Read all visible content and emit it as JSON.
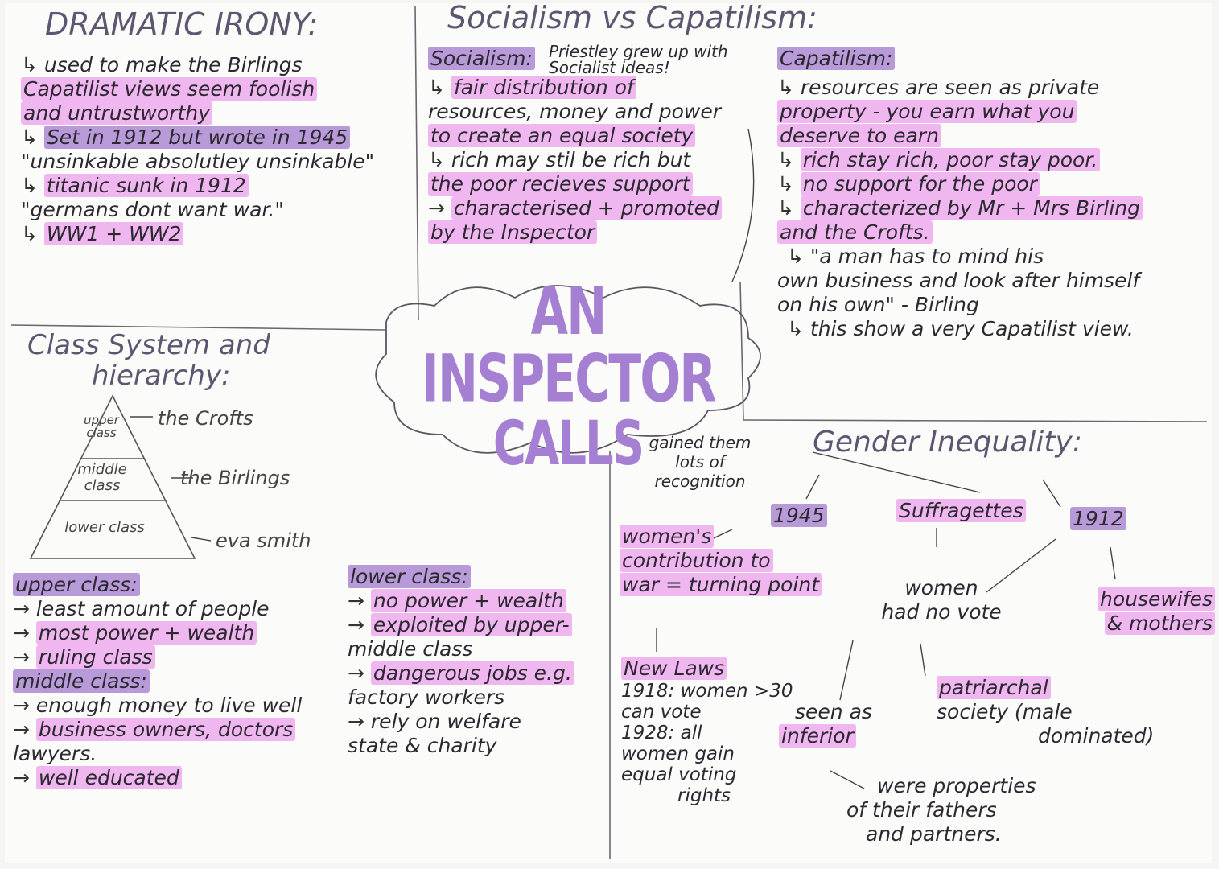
{
  "title": {
    "line1": "AN INSPECTOR",
    "line2": "CALLS"
  },
  "dramatic_irony": {
    "heading": "DRAMATIC IRONY:",
    "lines": [
      "used to make the Birlings",
      "Capatilist views seem foolish",
      "and untrustworthy",
      "Set in 1912 but wrote in 1945",
      "\"unsinkable absolutley unsinkable\"",
      "titanic sunk in 1912",
      "\"germans dont want war.\"",
      "WW1 + WW2"
    ]
  },
  "socialism": {
    "heading": "Socialism vs Capatilism:",
    "subheading": "Socialism:",
    "note": "Priestley grew up with Socialist ideas!",
    "lines": [
      "fair distribution of",
      "resources, money and power",
      "to create an equal society",
      "rich may stil be rich but",
      "the poor recieves support",
      "characterised + promoted",
      "by the Inspector"
    ]
  },
  "capitalism": {
    "subheading": "Capatilism:",
    "lines": [
      "resources are seen as private",
      "property - you earn what you",
      "deserve to earn",
      "rich stay rich, poor stay poor.",
      "no support for the poor",
      "characterized by Mr + Mrs Birling",
      "and the Crofts.",
      "\"a man has to mind his",
      "own business and look after himself",
      "on his own\" - Birling",
      "this show a very Capatilist view."
    ]
  },
  "class_system": {
    "heading": "Class System and",
    "heading2": "hierarchy:",
    "pyramid": [
      {
        "tier": "upper class",
        "who": "the Crofts"
      },
      {
        "tier": "middle class",
        "who": "the Birlings"
      },
      {
        "tier": "lower class",
        "who": "eva smith"
      }
    ],
    "upper_title": "upper class:",
    "upper_lines": [
      "least amount of people",
      "most power + wealth",
      "ruling class"
    ],
    "middle_title": "middle class:",
    "middle_lines": [
      "enough money to live well",
      "business owners, doctors",
      "lawyers.",
      "well educated"
    ],
    "lower_title": "lower class:",
    "lower_lines": [
      "no power + wealth",
      "exploited by upper-",
      "middle class",
      "dangerous jobs e.g.",
      "factory workers",
      "rely on welfare",
      "state & charity"
    ]
  },
  "gender": {
    "heading": "Gender Inequality:",
    "gained": "gained them lots of recognition",
    "y1945": "1945",
    "suffragettes": "Suffragettes",
    "y1912": "1912",
    "women_contrib": [
      "women's",
      "contribution to",
      "war = turning point"
    ],
    "new_laws": "New Laws",
    "laws_lines": [
      "1918: women >30",
      "can vote",
      "1928: all",
      "women gain",
      "equal voting",
      "rights"
    ],
    "no_vote": [
      "women",
      "had no vote"
    ],
    "housewives": [
      "housewifes",
      "& mothers"
    ],
    "seen_inferior": [
      "seen as",
      "inferior"
    ],
    "patriarchal": [
      "patriarchal",
      "society (male",
      "dominated)"
    ],
    "properties": [
      "were properties",
      "of their fathers",
      "and partners."
    ]
  }
}
